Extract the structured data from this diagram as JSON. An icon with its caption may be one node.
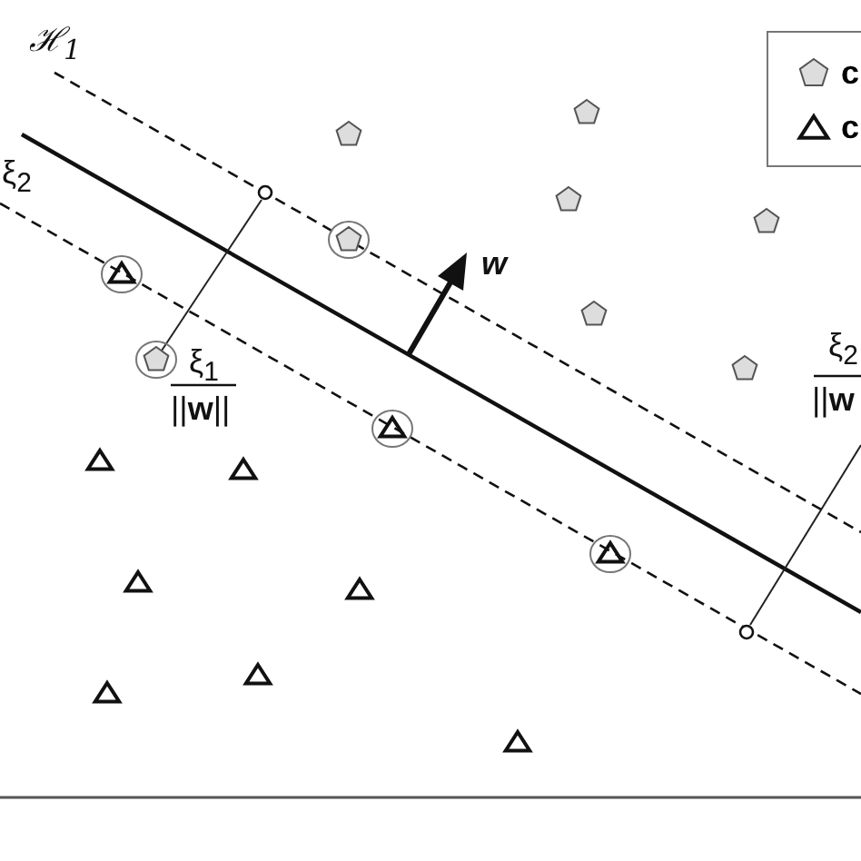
{
  "diagram": {
    "labels": [
      "ℋ$_{1}$",
      "ξ$_{2}$",
      "w",
      "ξ$_{1}$",
      "||**w**||",
      "ξ$_{2}$",
      "||**w**"
    ],
    "legend": [
      {
        "text": "c"
      },
      {
        "text": "c"
      }
    ]
  }
}
